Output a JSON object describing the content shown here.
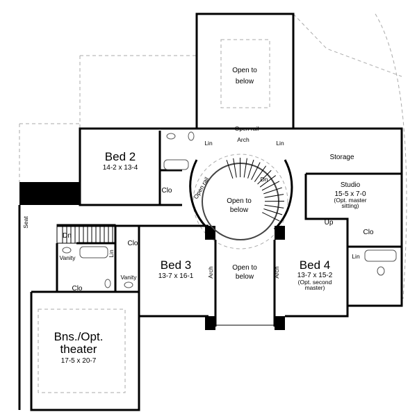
{
  "plan": {
    "rooms": {
      "open_top": {
        "name": "Open to",
        "name2": "below"
      },
      "open_rail_top": "Open rail",
      "arch_top": "Arch",
      "lin_left": "Lin",
      "lin_right": "Lin",
      "bed2": {
        "name": "Bed 2",
        "size": "14-2 x 13-4"
      },
      "clo_bed2": "Clo",
      "storage": "Storage",
      "studio": {
        "name": "Studio",
        "size": "15-5 x 7-0",
        "note1": "(Opt. master",
        "note2": "sitting)"
      },
      "rotunda": {
        "name": "Open to",
        "name2": "below",
        "rail": "Open rail",
        "dn": "Dn"
      },
      "up": "Up",
      "clo_right": "Clo",
      "seat": "Seat",
      "stairs_dn": "Dn",
      "clo_hall": "Clo",
      "lin_bath": "Lin",
      "vanity_left": "Vanity",
      "vanity_right": "Vanity",
      "clo_lower": "Clo",
      "bed3": {
        "name": "Bed 3",
        "size": "13-7 x 16-1"
      },
      "open_center": {
        "name": "Open to",
        "name2": "below",
        "arch_left": "Arch",
        "arch_right": "Arch"
      },
      "bed4": {
        "name": "Bed 4",
        "size": "13-7 x 15-2",
        "note1": "(Opt. second",
        "note2": "master)"
      },
      "lin_bed4": "Lin",
      "theater": {
        "name": "Bns./Opt.",
        "name2": "theater",
        "size": "17-5 x 20-7"
      }
    }
  }
}
